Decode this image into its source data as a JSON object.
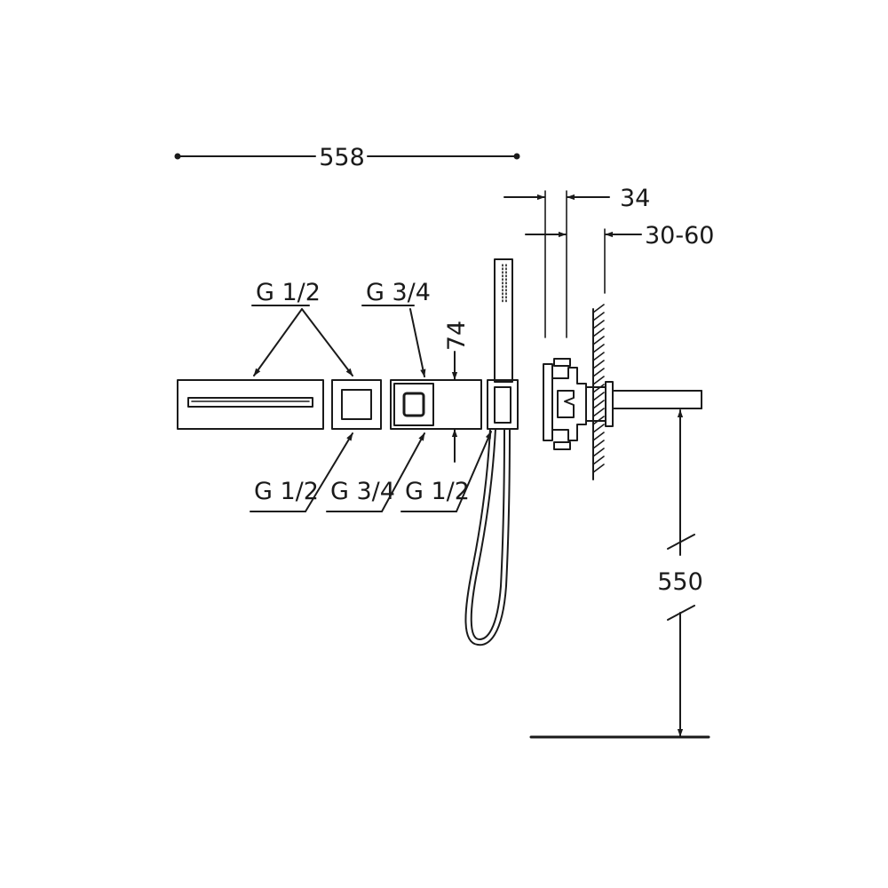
{
  "dimensions": {
    "overall_width": "558",
    "handshower_depth": "34",
    "wall_thickness": "30-60",
    "body_height": "74",
    "spout_height": "550"
  },
  "connections": {
    "spout_top": "G 1/2",
    "valve_top": "G 3/4",
    "box_bottom": "G 1/2",
    "valve_bottom": "G 3/4",
    "handshower_bottom": "G 1/2"
  },
  "icons": [
    "spout",
    "diverter-square",
    "valve-knob",
    "hand-shower",
    "hose",
    "concealed-valve",
    "wall-hatch",
    "floor-line"
  ]
}
